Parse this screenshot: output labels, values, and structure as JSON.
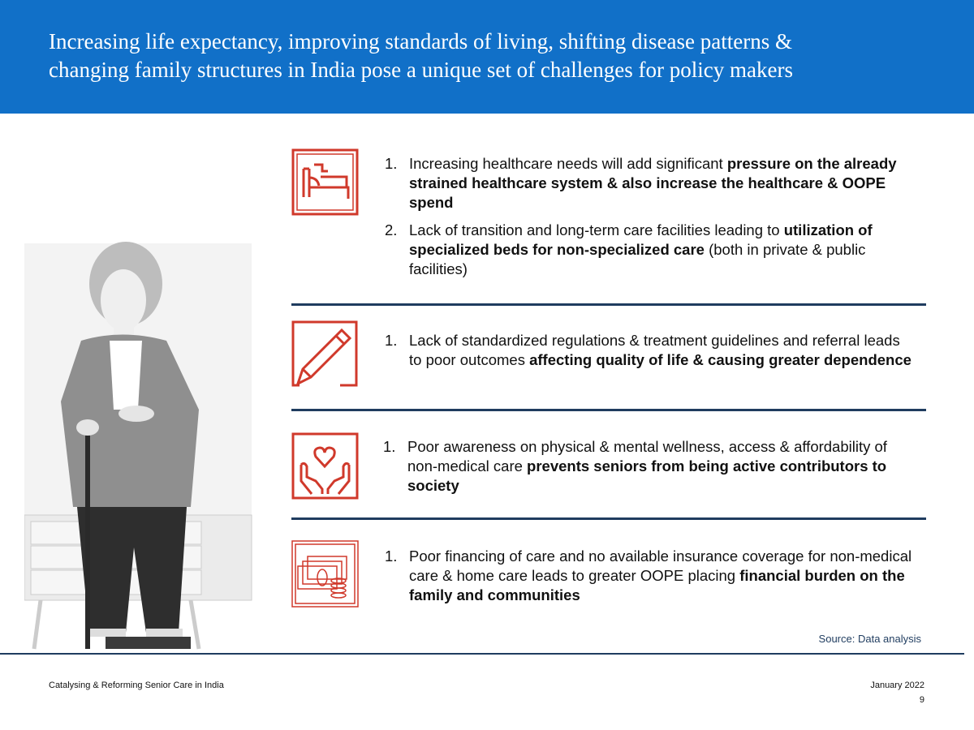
{
  "header": {
    "title_line1": "Increasing life expectancy, improving standards of living, shifting disease patterns &",
    "title_line2": "changing family structures in India pose a unique set of  challenges for policy makers"
  },
  "colors": {
    "header_bg": "#1170c8",
    "icon_red": "#d0392b",
    "divider": "#1f3c5f"
  },
  "sections": [
    {
      "icon": "hospital-bed-icon",
      "items": [
        {
          "num": "1.",
          "segments": [
            {
              "text": "Increasing healthcare needs will add significant ",
              "bold": false
            },
            {
              "text": "pressure on the already strained healthcare system & also increase the healthcare & OOPE spend",
              "bold": true
            }
          ]
        },
        {
          "num": "2.",
          "segments": [
            {
              "text": "Lack of transition and long-term care facilities leading to ",
              "bold": false
            },
            {
              "text": "utilization of specialized beds for non-specialized care",
              "bold": true
            },
            {
              "text": " (both in private & public facilities)",
              "bold": false
            }
          ]
        }
      ]
    },
    {
      "icon": "pencil-icon",
      "items": [
        {
          "num": "1.",
          "segments": [
            {
              "text": "Lack of standardized regulations & treatment guidelines and referral leads to poor outcomes ",
              "bold": false
            },
            {
              "text": "affecting quality of life & causing greater dependence",
              "bold": true
            }
          ]
        }
      ]
    },
    {
      "icon": "hands-heart-icon",
      "items": [
        {
          "num": "1.",
          "segments": [
            {
              "text": "Poor awareness on physical & mental wellness, access & affordability of non-medical care ",
              "bold": false
            },
            {
              "text": "prevents seniors from being active contributors to society",
              "bold": true
            }
          ]
        }
      ]
    },
    {
      "icon": "money-coins-icon",
      "items": [
        {
          "num": "1.",
          "segments": [
            {
              "text": "Poor financing of care and no available insurance coverage for non-medical care & home care leads to greater OOPE placing ",
              "bold": false
            },
            {
              "text": "financial burden on the family and communities",
              "bold": true
            }
          ]
        }
      ]
    }
  ],
  "source": "Source: Data analysis",
  "footer": {
    "left": "Catalysing & Reforming Senior Care in India",
    "date": "January 2022",
    "page": "9"
  }
}
